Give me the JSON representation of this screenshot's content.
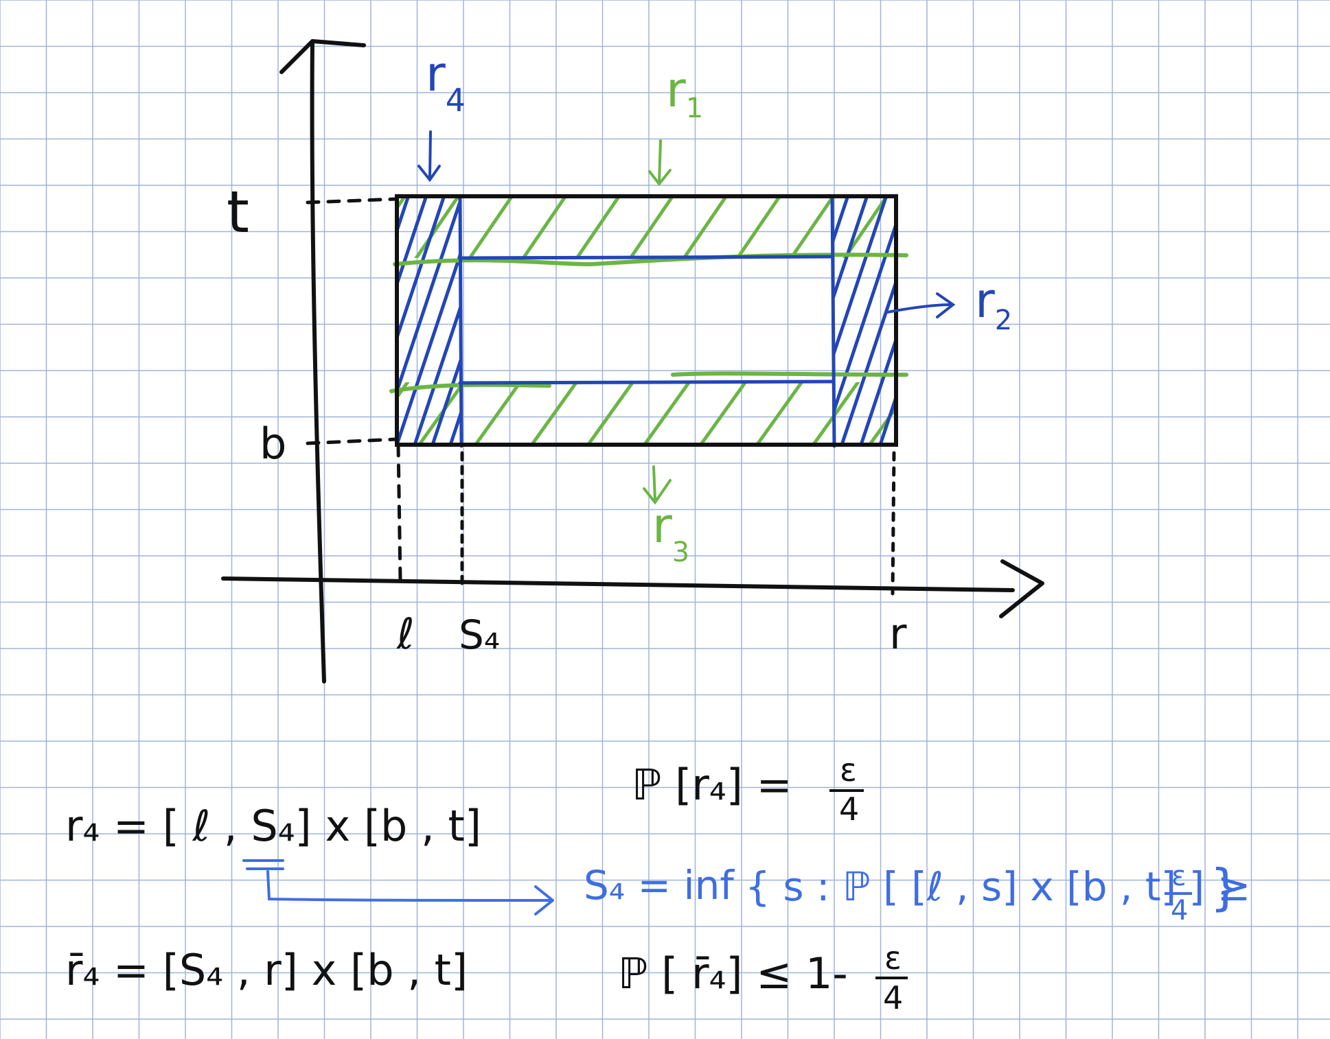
{
  "colors": {
    "grid": "#9fb3da",
    "black": "#111111",
    "blue": "#2346b6",
    "light_blue": "#3f6ee0",
    "green": "#6bb544"
  },
  "diagram": {
    "region_labels": {
      "r4_name": "r",
      "r4_sub": "4",
      "r1_name": "r",
      "r1_sub": "1",
      "r2_name": "r",
      "r2_sub": "2",
      "r3_name": "r",
      "r3_sub": "3"
    },
    "axis_labels": {
      "t": "t",
      "b": "b",
      "l": "ℓ",
      "s4": "S₄",
      "r": "r"
    }
  },
  "equations": {
    "r4_def": "r₄ = [ ℓ , S₄] x [b , t]",
    "prob_r4_lhs": "ℙ [r₄] =",
    "prob_r4_num": "ε",
    "prob_r4_den": "4",
    "s4_def_lhs": "S₄ = inf",
    "s4_def_set": "{ s : ℙ [ [ℓ , s] x [b , t] ] ≥",
    "s4_def_num": "ε",
    "s4_def_den": "4",
    "s4_def_close": "}",
    "rbar4_def": "r̄₄ = [S₄ , r] x [b , t]",
    "prob_rbar4_lhs": "ℙ [ r̄₄] ≤ 1-",
    "prob_rbar4_num": "ε",
    "prob_rbar4_den": "4"
  }
}
